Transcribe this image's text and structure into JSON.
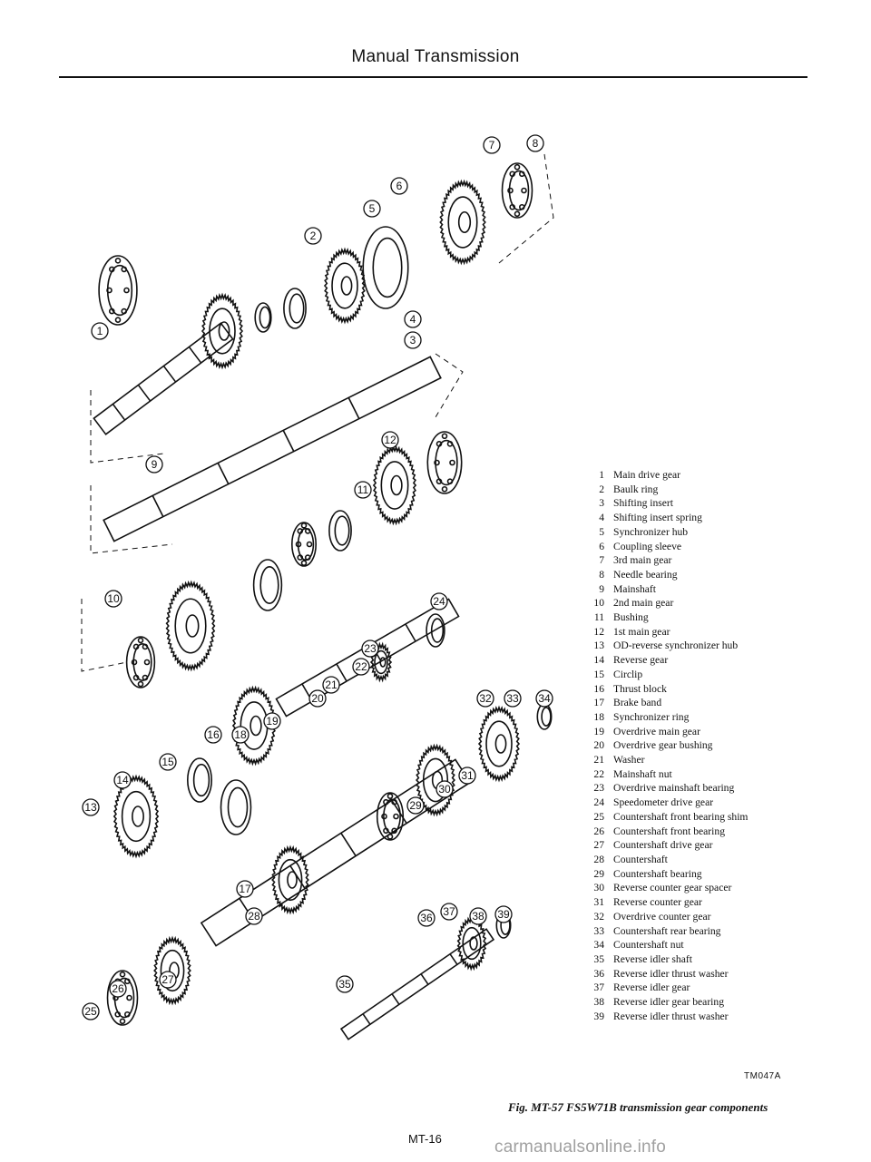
{
  "header": {
    "title": "Manual Transmission"
  },
  "legend": [
    {
      "num": "1",
      "label": "Main drive gear"
    },
    {
      "num": "2",
      "label": "Baulk ring"
    },
    {
      "num": "3",
      "label": "Shifting insert"
    },
    {
      "num": "4",
      "label": "Shifting insert spring"
    },
    {
      "num": "5",
      "label": "Synchronizer hub"
    },
    {
      "num": "6",
      "label": "Coupling sleeve"
    },
    {
      "num": "7",
      "label": "3rd main gear"
    },
    {
      "num": "8",
      "label": "Needle bearing"
    },
    {
      "num": "9",
      "label": "Mainshaft"
    },
    {
      "num": "10",
      "label": "2nd main gear"
    },
    {
      "num": "11",
      "label": "Bushing"
    },
    {
      "num": "12",
      "label": "1st main gear"
    },
    {
      "num": "13",
      "label": "OD-reverse synchronizer hub"
    },
    {
      "num": "14",
      "label": "Reverse gear"
    },
    {
      "num": "15",
      "label": "Circlip"
    },
    {
      "num": "16",
      "label": "Thrust block"
    },
    {
      "num": "17",
      "label": "Brake band"
    },
    {
      "num": "18",
      "label": "Synchronizer ring"
    },
    {
      "num": "19",
      "label": "Overdrive main gear"
    },
    {
      "num": "20",
      "label": "Overdrive gear bushing"
    },
    {
      "num": "21",
      "label": "Washer"
    },
    {
      "num": "22",
      "label": "Mainshaft nut"
    },
    {
      "num": "23",
      "label": "Overdrive mainshaft bearing"
    },
    {
      "num": "24",
      "label": "Speedometer drive gear"
    },
    {
      "num": "25",
      "label": "Countershaft front bearing shim"
    },
    {
      "num": "26",
      "label": "Countershaft front bearing"
    },
    {
      "num": "27",
      "label": "Countershaft drive gear"
    },
    {
      "num": "28",
      "label": "Countershaft"
    },
    {
      "num": "29",
      "label": "Countershaft bearing"
    },
    {
      "num": "30",
      "label": "Reverse counter gear spacer"
    },
    {
      "num": "31",
      "label": "Reverse counter gear"
    },
    {
      "num": "32",
      "label": "Overdrive counter gear"
    },
    {
      "num": "33",
      "label": "Countershaft rear bearing"
    },
    {
      "num": "34",
      "label": "Countershaft nut"
    },
    {
      "num": "35",
      "label": "Reverse idler shaft"
    },
    {
      "num": "36",
      "label": "Reverse idler thrust washer"
    },
    {
      "num": "37",
      "label": "Reverse idler gear"
    },
    {
      "num": "38",
      "label": "Reverse idler gear bearing"
    },
    {
      "num": "39",
      "label": "Reverse idler thrust washer"
    }
  ],
  "callouts": [
    "1",
    "2",
    "3",
    "4",
    "5",
    "6",
    "7",
    "8",
    "9",
    "10",
    "11",
    "12",
    "13",
    "14",
    "15",
    "16",
    "17",
    "18",
    "19",
    "20",
    "21",
    "22",
    "23",
    "24",
    "25",
    "26",
    "27",
    "28",
    "29",
    "30",
    "31",
    "32",
    "33",
    "34",
    "35",
    "36",
    "37",
    "38",
    "39"
  ],
  "figure": {
    "id": "TM047A",
    "caption": "Fig. MT-57 FS5W71B transmission gear components"
  },
  "page_number": "MT-16",
  "watermark": "carmanualsonline.info"
}
